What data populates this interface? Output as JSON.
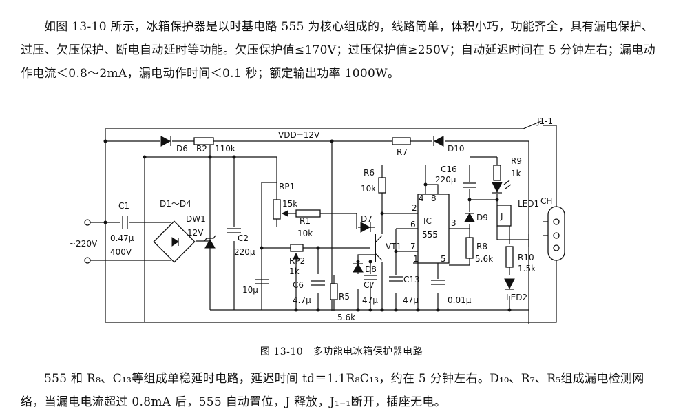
{
  "paragraph_top": "如图 13-10 所示，冰箱保护器是以时基电路 555 为核心组成的，线路简单，体积小巧，功能齐全，具有漏电保护、过压、欠压保护、断电自动延时等功能。欠压保护值≤170V；过压保护值≥250V；自动延迟时间在 5 分钟左右；漏电动作电流＜0.8～2mA，漏电动作时间＜0.1 秒；额定输出功率 1000W。",
  "caption": "图 13-10　多功能电冰箱保护器电路",
  "paragraph_bottom": "555 和 R₈、C₁₃等组成单稳延时电路，延迟时间 td＝1.1R₈C₁₃，约在 5 分钟左右。D₁₀、R₇、R₅组成漏电检测网络，当漏电电流超过 0.8mA 后，555 自动置位，J 释放，J₁₋₁断开，插座无电。",
  "labels": {
    "vdd": "VDD=12V",
    "j11": "J1-1",
    "d6": "D6",
    "r2": "R2",
    "r2_val": "110k",
    "r7": "R7",
    "d10": "D10",
    "c1": "C1",
    "c1_val": "0.47μ",
    "c1_volt": "400V",
    "ac_in": "~220V",
    "d1d4": "D1～D4",
    "dw1": "DW1",
    "dw1_val": "12V",
    "c2": "C2",
    "c2_val": "220μ",
    "c10_val": "10μ",
    "rp1": "RP1",
    "rp1_val": "15k",
    "r1": "R1",
    "r1_val": "10k",
    "rp2": "RP2",
    "rp2_val": "1k",
    "r6": "R6",
    "r6_val": "10k",
    "d7": "D7",
    "vt1": "VT1",
    "d8": "D8",
    "c6": "C6",
    "c6_val": "4.7μ",
    "c7": "C7",
    "c7_val": "47μ",
    "r5": "R5",
    "r5_val": "5.6k",
    "ic": "IC",
    "ic_num": "555",
    "pin2": "2",
    "pin4": "4",
    "pin8": "8",
    "pin6": "6",
    "pin3": "3",
    "pin7": "7",
    "pin1": "1",
    "pin5": "5",
    "c13": "C13",
    "c13_val": "47μ",
    "c_001": "0.01μ",
    "c16": "C16",
    "c16_val": "220μ",
    "r9": "R9",
    "r9_val": "1k",
    "led1": "LED1",
    "d9": "D9",
    "j": "J",
    "r8": "R8",
    "r8_val": "5.6k",
    "r10": "R10",
    "r10_val": "1.5k",
    "led2": "LED2",
    "ch": "CH"
  }
}
